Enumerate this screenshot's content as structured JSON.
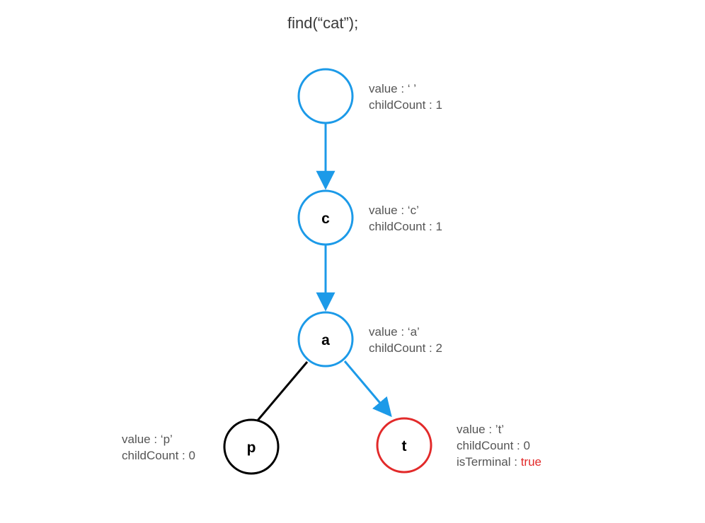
{
  "title": "find(“cat”);",
  "colors": {
    "path": "#1c9ae8",
    "terminal": "#e22a2a",
    "default": "#000000",
    "info_text": "#555555"
  },
  "nodes": [
    {
      "id": "root",
      "label": "",
      "state": "path",
      "info": {
        "value": "value : ‘ ’",
        "childCount": "childCount : 1"
      }
    },
    {
      "id": "c",
      "label": "c",
      "state": "path",
      "info": {
        "value": "value : ‘c’",
        "childCount": "childCount : 1"
      }
    },
    {
      "id": "a",
      "label": "a",
      "state": "path",
      "info": {
        "value": "value : ‘a’",
        "childCount": "childCount : 2"
      }
    },
    {
      "id": "p",
      "label": "p",
      "state": "default",
      "info": {
        "value": "value : ‘p’",
        "childCount": "childCount : 0"
      }
    },
    {
      "id": "t",
      "label": "t",
      "state": "terminal",
      "info": {
        "value": "value : ’t’",
        "childCount": "childCount : 0",
        "isTerminal_label": "isTerminal : ",
        "isTerminal_value": "true"
      }
    }
  ],
  "edges": [
    {
      "from": "root",
      "to": "c",
      "highlighted": true
    },
    {
      "from": "c",
      "to": "a",
      "highlighted": true
    },
    {
      "from": "a",
      "to": "p",
      "highlighted": false
    },
    {
      "from": "a",
      "to": "t",
      "highlighted": true
    }
  ]
}
